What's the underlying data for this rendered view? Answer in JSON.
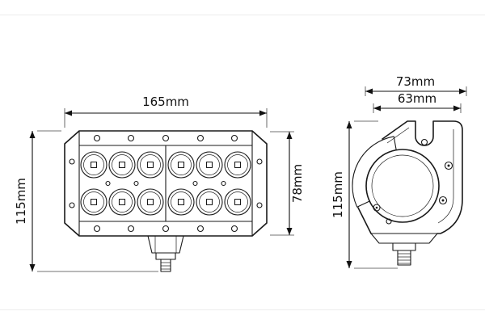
{
  "front_view": {
    "width_label": "165mm",
    "total_height_label": "115mm",
    "body_height_label": "78mm",
    "led_rows": 2,
    "led_columns": 6,
    "led_count": 12
  },
  "side_view": {
    "overall_depth_label": "73mm",
    "body_depth_label": "63mm",
    "height_label": "115mm"
  },
  "colors": {
    "line": "#1a1a1a",
    "text": "#111111",
    "background": "#ffffff",
    "frame_line": "#ececec"
  }
}
